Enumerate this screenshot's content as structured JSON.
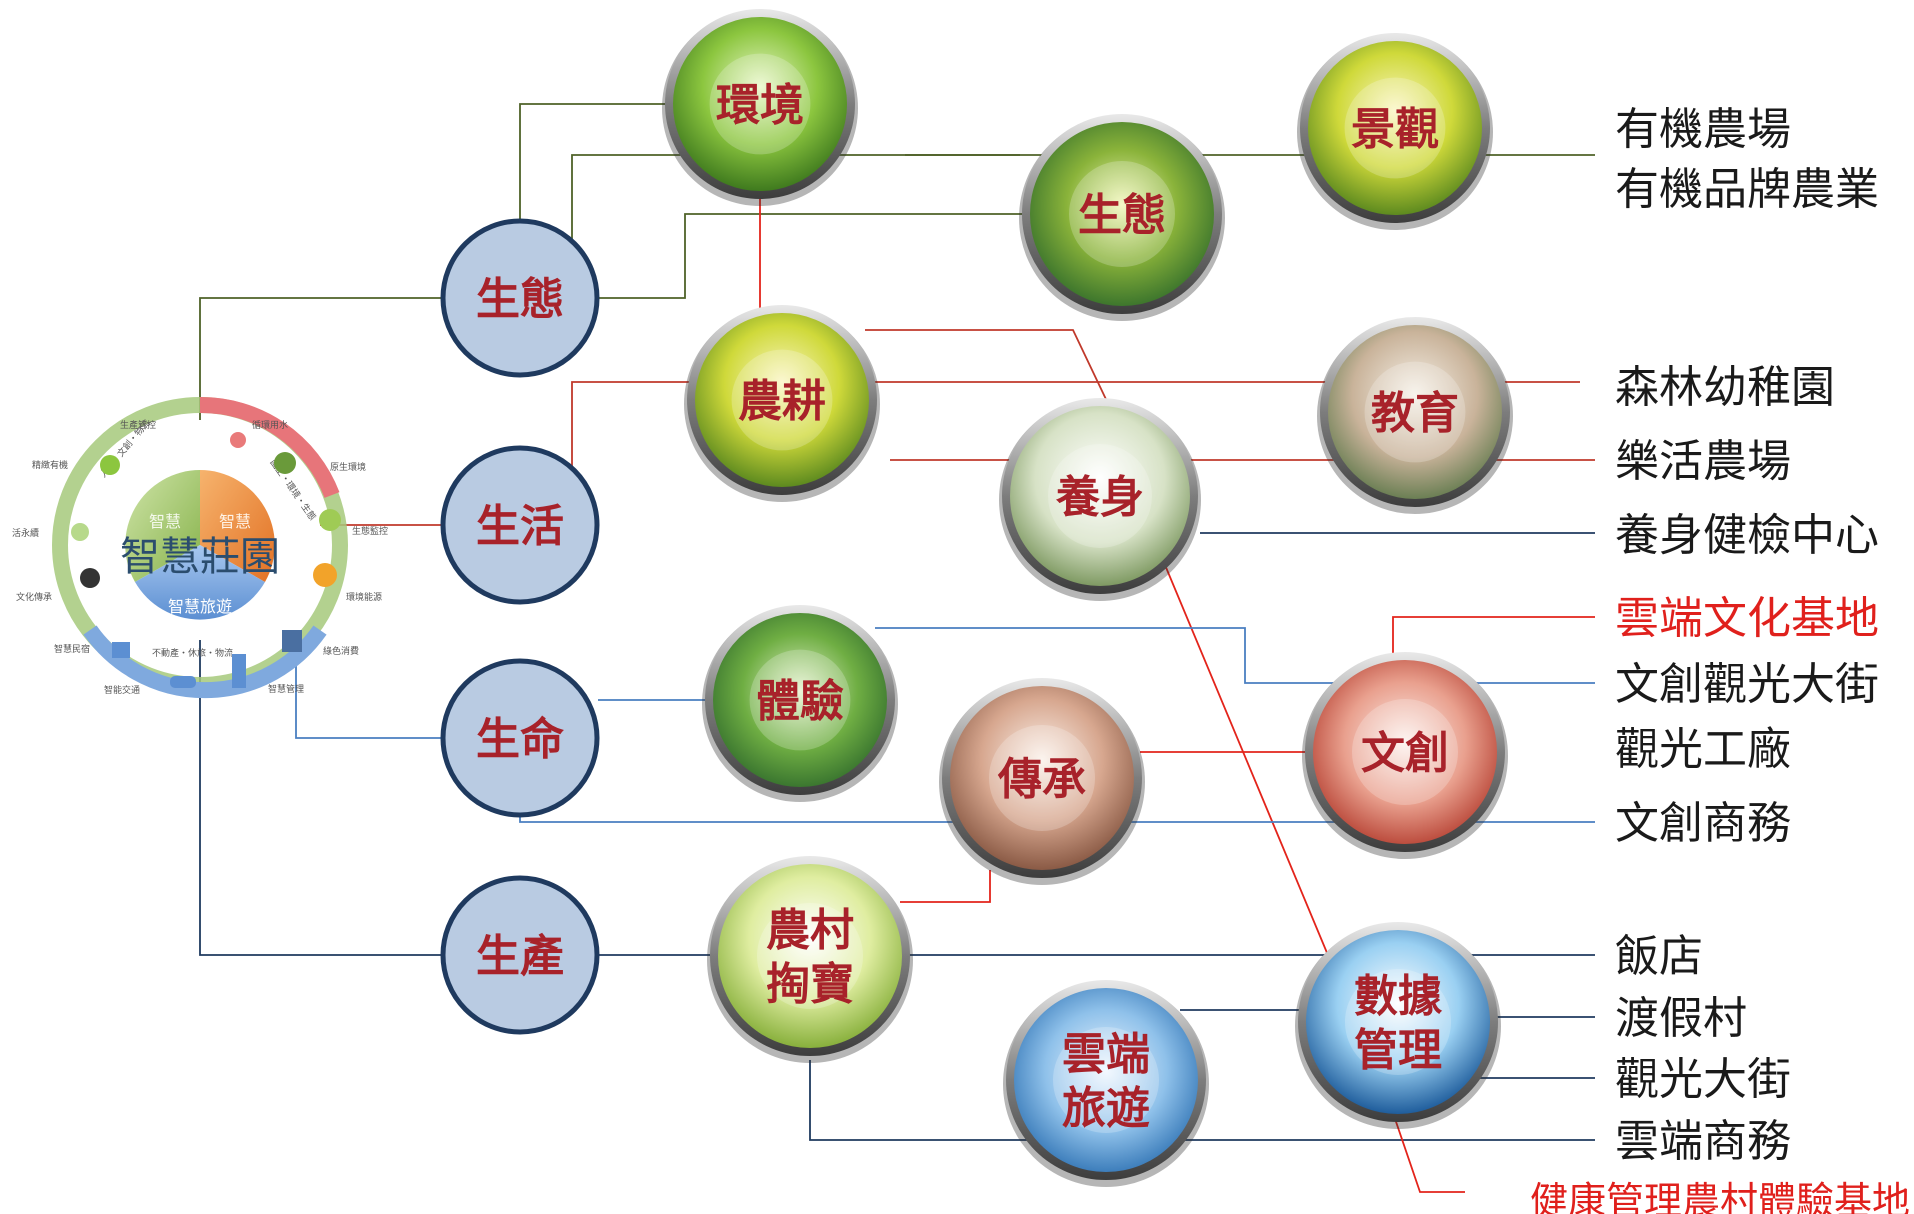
{
  "hub": {
    "title": "智慧莊園",
    "sectors": [
      "智慧",
      "智慧",
      "智慧旅遊"
    ],
    "ring_labels": [
      "生產管控",
      "精緻有機",
      "活永續",
      "文化傳承",
      "智慧民宿",
      "智能交通",
      "不動產・休旅・物流",
      "智慧管理",
      "綠色消費",
      "環境能源",
      "生態監控",
      "原生環境",
      "循環用水",
      "人文・文創・物流",
      "國土・環境・生態"
    ]
  },
  "pillars": [
    {
      "id": "eco",
      "label": "生態"
    },
    {
      "id": "life",
      "label": "生活"
    },
    {
      "id": "vital",
      "label": "生命"
    },
    {
      "id": "prod",
      "label": "生產"
    }
  ],
  "nodes": [
    {
      "id": "env",
      "label": "環境"
    },
    {
      "id": "eco2",
      "label": "生態"
    },
    {
      "id": "scene",
      "label": "景觀"
    },
    {
      "id": "farm",
      "label": "農耕"
    },
    {
      "id": "wellness",
      "label": "養身"
    },
    {
      "id": "edu",
      "label": "教育"
    },
    {
      "id": "exp",
      "label": "體驗"
    },
    {
      "id": "heritage",
      "label": "傳承"
    },
    {
      "id": "creative",
      "label": "文創"
    },
    {
      "id": "village",
      "label": "農村\n掏寶"
    },
    {
      "id": "cloudtour",
      "label": "雲端\n旅遊"
    },
    {
      "id": "data",
      "label": "數據\n管理"
    }
  ],
  "outcomes": [
    {
      "text": "有機農場",
      "color": "#1a1a1a"
    },
    {
      "text": "有機品牌農業",
      "color": "#1a1a1a"
    },
    {
      "text": "森林幼稚園",
      "color": "#1a1a1a"
    },
    {
      "text": "樂活農場",
      "color": "#1a1a1a"
    },
    {
      "text": "養身健檢中心",
      "color": "#1a1a1a"
    },
    {
      "text": "雲端文化基地",
      "color": "#e0201c"
    },
    {
      "text": "文創觀光大街",
      "color": "#1a1a1a"
    },
    {
      "text": "觀光工廠",
      "color": "#1a1a1a"
    },
    {
      "text": "文創商務",
      "color": "#1a1a1a"
    },
    {
      "text": "飯店",
      "color": "#1a1a1a"
    },
    {
      "text": "渡假村",
      "color": "#1a1a1a"
    },
    {
      "text": "觀光大街",
      "color": "#1a1a1a"
    },
    {
      "text": "雲端商務",
      "color": "#1a1a1a"
    },
    {
      "text": "健康管理農村體驗基地",
      "color": "#e0201c"
    }
  ],
  "colors": {
    "pillar_fill": "#b9cbe2",
    "pillar_stroke": "#1f3a5f",
    "pillar_text": "#a8222a",
    "node_text": "#a8222a",
    "line_green": "#4f6228",
    "line_red": "#c0392b",
    "line_blue": "#4a7fc1",
    "line_dark": "#1f3a5f",
    "bright_red": "#e3241b"
  }
}
